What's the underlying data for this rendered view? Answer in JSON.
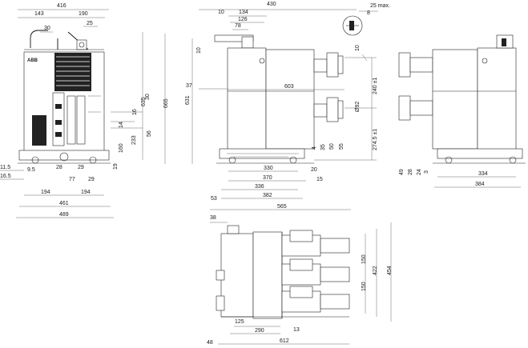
{
  "brand": {
    "logo_text": "ABB"
  },
  "front_view": {
    "top": [
      "416",
      "143",
      "190",
      "30",
      "25"
    ],
    "right": [
      "635",
      "665",
      "30",
      "16",
      "14",
      "56",
      "233",
      "160",
      "19"
    ],
    "bottom": [
      "28",
      "29",
      "77",
      "29",
      "194",
      "194",
      "461",
      "489"
    ],
    "left": [
      "11.5",
      "16.5",
      "9.5"
    ]
  },
  "side_view": {
    "top": [
      "430",
      "134",
      "126",
      "78",
      "10",
      "10"
    ],
    "left": [
      "631",
      "37"
    ],
    "mid": [
      "603",
      "Ø92",
      "240 ±1",
      "274.5 ±1"
    ],
    "right_small": [
      "4",
      "35",
      "50",
      "55"
    ],
    "bottom": [
      "330",
      "20",
      "370",
      "15",
      "336",
      "382",
      "53",
      "565"
    ]
  },
  "detail": {
    "labels": [
      "25 max.",
      "8",
      "10"
    ]
  },
  "rear_view": {
    "left": [
      "49",
      "28",
      "24",
      "3"
    ],
    "bottom": [
      "334",
      "384"
    ]
  },
  "top_view": {
    "labels": [
      "38",
      "150",
      "150",
      "422",
      "454",
      "125",
      "290",
      "13",
      "48",
      "612"
    ]
  }
}
